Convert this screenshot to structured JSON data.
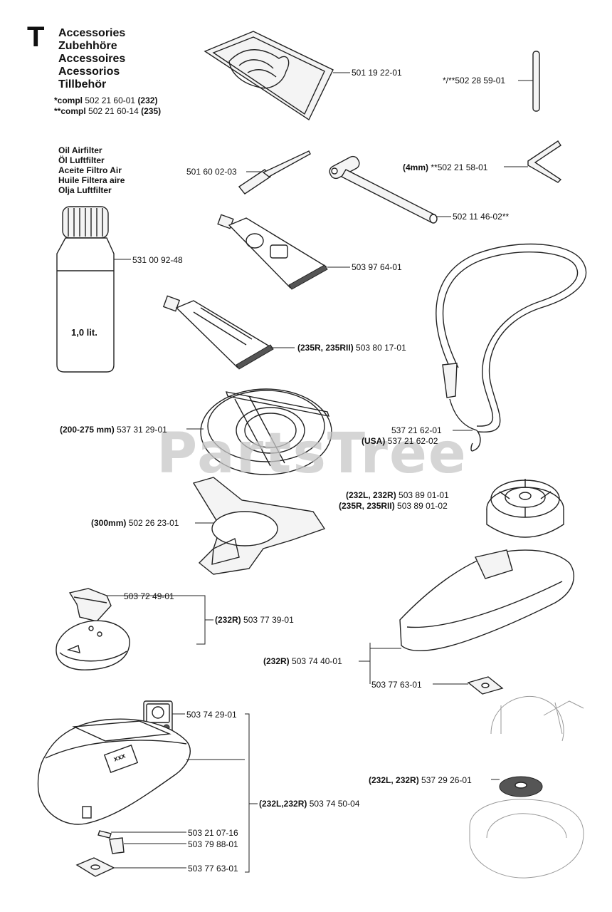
{
  "section": {
    "letter": "T",
    "titles": [
      "Accessories",
      "Zubehhöre",
      "Accessoires",
      "Acessorios",
      "Tillbehör"
    ],
    "compl": [
      {
        "prefix": "*compl",
        "number": "502 21 60-01",
        "model": "(232)"
      },
      {
        "prefix": "**compl",
        "number": "502 21 60-14",
        "model": "(235)"
      }
    ]
  },
  "oil_titles": [
    "Oil Airfilter",
    "Öl Luftfilter",
    "Aceite Filtro Air",
    "Huile Filtera aire",
    "Olja Luftfilter"
  ],
  "bottle_label": "1,0 lit.",
  "watermark": "PartsTree",
  "parts": {
    "bag": {
      "number": "501 19 22-01"
    },
    "pin": {
      "prefix": "*/**",
      "number": "502 28 59-01"
    },
    "screwdriver": {
      "number": "501 60 02-03"
    },
    "allen_key": {
      "model": "(4mm)",
      "prefix": " **",
      "number": "502 21 58-01"
    },
    "combi_wrench": {
      "number": "502 11 46-02",
      "suffix": "**"
    },
    "oil_bottle": {
      "number": "531 00 92-48"
    },
    "grease_tube_1": {
      "number": "503 97 64-01"
    },
    "grease_tube_2": {
      "model": "(235R, 235RII)",
      "number": "503 80 17-01"
    },
    "harness": {
      "number": "537 21 62-01",
      "usa_model": "(USA)",
      "usa_number": "537 21 62-02"
    },
    "trimmer_head_guard": {
      "model": "(200-275 mm)",
      "number": "537 31 29-01"
    },
    "spool_cap": {
      "model_1": "(232L, 232R)",
      "number_1": "503 89 01-01",
      "model_2": "(235R, 235RII)",
      "number_2": "503 89 01-02"
    },
    "support_cup": {
      "model": "(300mm)",
      "number": "502 26 23-01"
    },
    "bracket": {
      "number": "503 72 49-01"
    },
    "guard_kit_232r": {
      "model": "(232R)",
      "number": "503 77 39-01"
    },
    "large_guard_232r": {
      "model": "(232R)",
      "number": "503 74 40-01"
    },
    "plate_right": {
      "number": "503 77 63-01"
    },
    "decal": {
      "number": "503 74 29-01",
      "text": "xxx"
    },
    "guard_kit_232lr": {
      "model": "(232L,232R)",
      "number": "503 74 50-04"
    },
    "screw": {
      "number": "503 21 07-16"
    },
    "clip": {
      "number": "503 79 88-01"
    },
    "plate_left": {
      "number": "503 77 63-01"
    },
    "washer": {
      "model": "(232L, 232R)",
      "number": "537 29 26-01"
    }
  }
}
